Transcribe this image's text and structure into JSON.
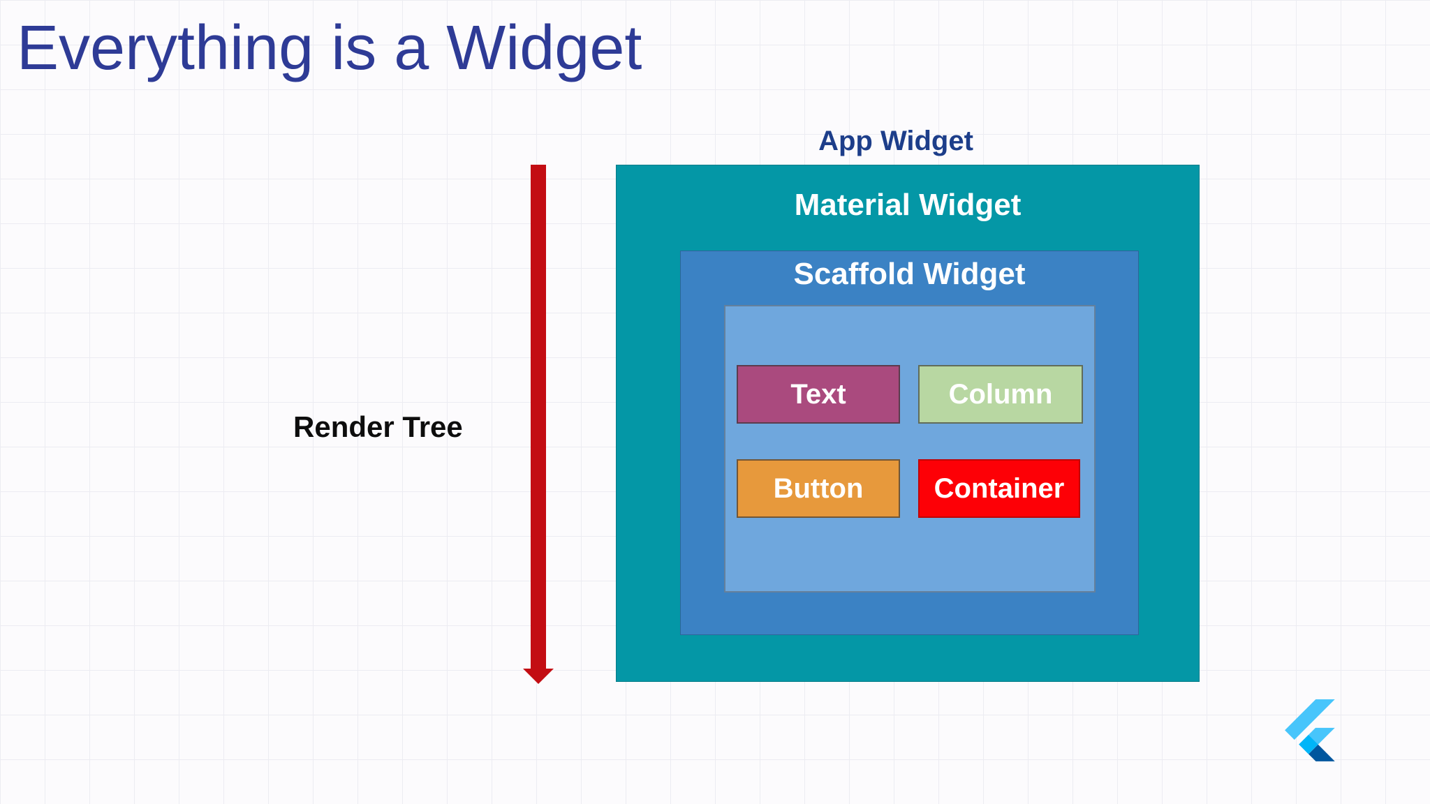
{
  "slide": {
    "title": "Everything is a Widget",
    "render_tree_label": "Render Tree"
  },
  "diagram": {
    "app_widget_label": "App Widget",
    "material_widget_label": "Material Widget",
    "scaffold_widget_label": "Scaffold Widget",
    "children": [
      {
        "label": "Text",
        "color": "#aa4a7e"
      },
      {
        "label": "Column",
        "color": "#b8d7a2"
      },
      {
        "label": "Button",
        "color": "#e7993c"
      },
      {
        "label": "Container",
        "color": "#fd0006"
      }
    ]
  },
  "colors": {
    "background": "#fcfbfd",
    "grid_line": "#ececf2",
    "title_text": "#2e3b96",
    "app_widget_text": "#1d3e8a",
    "material_box": "#0497a6",
    "scaffold_box": "#3b82c4",
    "inner_body_box": "#6fa7dd",
    "widget_label_text": "#ffffff",
    "render_tree_arrow": "#c30d13",
    "render_tree_text": "#0d0d0d",
    "flutter_light_blue": "#47c5fb",
    "flutter_mid_blue": "#00b5f8",
    "flutter_dark_blue": "#00569e"
  },
  "icons": {
    "flutter_logo": "flutter-logo",
    "down_arrow": "down-arrow"
  }
}
